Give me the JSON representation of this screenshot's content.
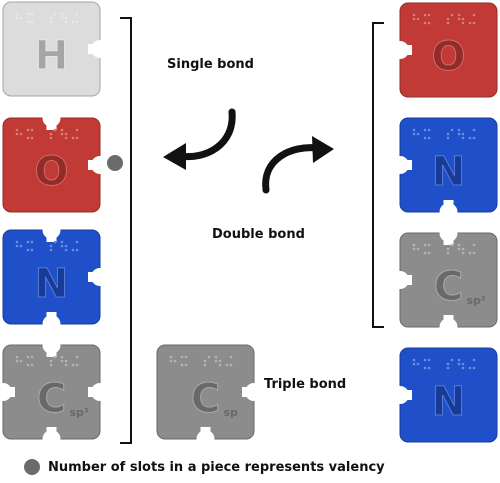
{
  "labels": {
    "single_bond": "Single bond",
    "double_bond": "Double bond",
    "triple_bond": "Triple bond",
    "legend": "Number of slots in a piece represents valency"
  },
  "pieces": [
    {
      "id": "h-left",
      "letter": "H",
      "sub": "",
      "color": "#dcdcdc",
      "slots": 1
    },
    {
      "id": "o-left",
      "letter": "O",
      "sub": "",
      "color": "#c13a35",
      "slots": 2
    },
    {
      "id": "n-left",
      "letter": "N",
      "sub": "",
      "color": "#1f4fc9",
      "slots": 3
    },
    {
      "id": "c-sp3-left",
      "letter": "C",
      "sub": "sp³",
      "color": "#8c8c8c",
      "slots": 4
    },
    {
      "id": "c-sp-middle",
      "letter": "C",
      "sub": "sp",
      "color": "#8c8c8c",
      "slots": 2
    },
    {
      "id": "o-right",
      "letter": "O",
      "sub": "",
      "color": "#c13a35",
      "slots": 1
    },
    {
      "id": "n-right",
      "letter": "N",
      "sub": "",
      "color": "#1f4fc9",
      "slots": 2
    },
    {
      "id": "c-sp2-right",
      "letter": "C",
      "sub": "sp²",
      "color": "#8c8c8c",
      "slots": 3
    },
    {
      "id": "n-right-bottom",
      "letter": "N",
      "sub": "",
      "color": "#1f4fc9",
      "slots": 1
    }
  ],
  "colors": {
    "bracket": "#111111",
    "arrow": "#111111",
    "dot": "#6b6b6b"
  }
}
